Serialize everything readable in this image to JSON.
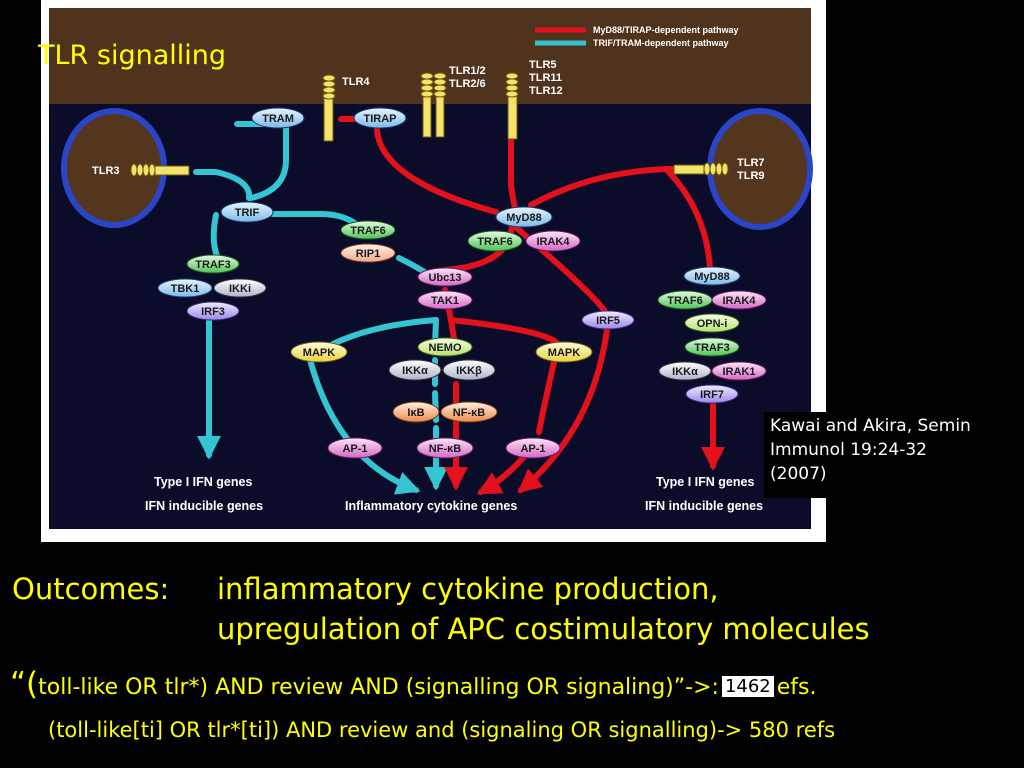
{
  "slide": {
    "title": "TLR signalling",
    "citation_lines": [
      "Kawai and Akira, Semin",
      "Immunol 19:24-32",
      "(2007)"
    ],
    "outcomes_label": "Outcomes:",
    "outcome_lines": [
      "inflammatory cytokine production,",
      "upregulation of APC costimulatory molecules"
    ],
    "query1": {
      "open": "“(",
      "text": "toll-like OR tlr*) AND review AND (signalling OR signaling)”->:",
      "count": "1462",
      "suffix": "efs."
    },
    "query2": "(toll-like[ti] OR tlr*[ti]) AND review and (signaling OR signalling)-> 580 refs"
  },
  "diagram": {
    "legend": [
      {
        "label": "MyD88/TIRAP-dependent pathway",
        "color": "#e3111b"
      },
      {
        "label": "TRIF/TRAM-dependent pathway",
        "color": "#35c4d2"
      }
    ],
    "receptors": {
      "tlr3": "TLR3",
      "tlr4": "TLR4",
      "tlr12": [
        "TLR1/2",
        "TLR2/6"
      ],
      "tlr5": [
        "TLR5",
        "TLR11",
        "TLR12"
      ],
      "tlr79": [
        "TLR7",
        "TLR9"
      ]
    },
    "nodes": {
      "tram": "TRAM",
      "tirap": "TIRAP",
      "trif": "TRIF",
      "traf3_l": "TRAF3",
      "tbk1": "TBK1",
      "ikki": "IKKi",
      "irf3": "IRF3",
      "traf6_m": "TRAF6",
      "rip1": "RIP1",
      "myd88": "MyD88",
      "traf6_r": "TRAF6",
      "irak4": "IRAK4",
      "ubc13": "Ubc13",
      "tak1": "TAK1",
      "irf5": "IRF5",
      "mapk_l": "MAPK",
      "nemo": "NEMO",
      "ikka": "IKKα",
      "ikkb": "IKKβ",
      "mapk_r": "MAPK",
      "ikb": "IκB",
      "nfkb1": "NF-κB",
      "ap1_l": "AP-1",
      "nfkb2": "NF-κB",
      "ap1_r": "AP-1",
      "myd88_r": "MyD88",
      "traf6_rr": "TRAF6",
      "irak4_r": "IRAK4",
      "opni": "OPN-i",
      "traf3_r": "TRAF3",
      "ikka_r": "IKKα",
      "irak1": "IRAK1",
      "irf7": "IRF7"
    },
    "genes": {
      "left_1": "Type I IFN genes",
      "left_2": "IFN inducible genes",
      "center": "Inflammatory cytokine genes",
      "right_1": "Type I IFN genes",
      "right_2": "IFN inducible genes"
    },
    "colors": {
      "membrane": "#4f331d",
      "cytoplasm": "#0b0c2a",
      "endosome": "#54361e",
      "endosome_ring": "#2b45c9",
      "receptor": "#f5e26a",
      "node_blue": "#9dd0f2",
      "node_green": "#76dc78",
      "node_pink": "#e58ad8",
      "node_orange": "#f1a36b",
      "node_yellow": "#f2e35a",
      "node_lilac": "#b9a9f2",
      "node_gray": "#c8cce0",
      "node_peach": "#f6c6ae",
      "node_lime": "#d7ef9d"
    }
  }
}
